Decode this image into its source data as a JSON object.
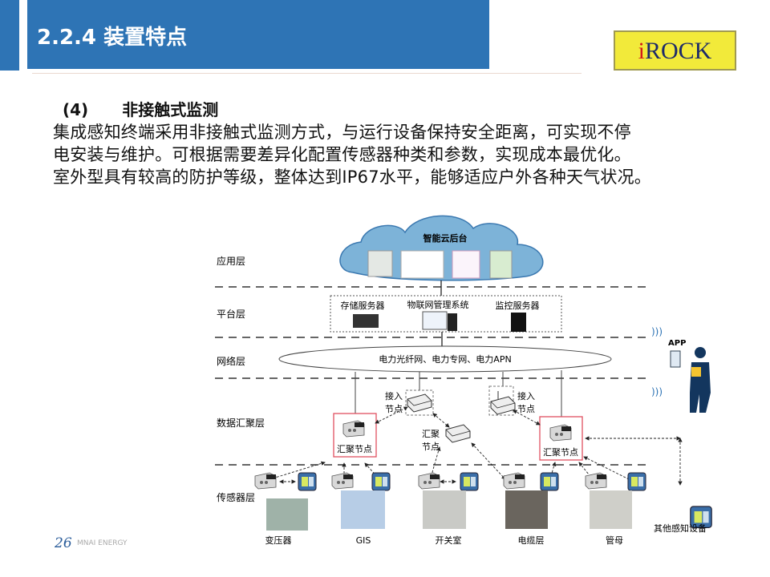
{
  "header": {
    "title": "2.2.4 装置特点",
    "logo_i": "i",
    "logo_rest": "ROCK"
  },
  "section": {
    "number": "(4)",
    "title": "非接触式监测",
    "lines": [
      "集成感知终端采用非接触式监测方式，与运行设备保持安全距离，可实现不停",
      "电安装与维护。可根据需要差异化配置传感器种类和参数，实现成本最优化。",
      "室外型具有较高的防护等级，整体达到IP67水平，能够适应户外各种天气状况。"
    ]
  },
  "diagram": {
    "layers": [
      "应用层",
      "平台层",
      "网络层",
      "数据汇聚层",
      "传感器层"
    ],
    "cloud_title": "智能云后台",
    "platform": [
      "存储服务器",
      "物联网管理系统",
      "监控服务器"
    ],
    "network": "电力光纤网、电力专网、电力APN",
    "access_node": [
      "接入",
      "节点"
    ],
    "agg_node_label": "汇聚节点",
    "agg_mid": [
      "汇聚",
      "节点"
    ],
    "app": "APP",
    "sites": [
      "变压器",
      "GIS",
      "开关室",
      "电缆层",
      "管母"
    ],
    "other": "其他感知设备"
  },
  "footer": {
    "page": "26",
    "brand": "MNAI ENERGY"
  },
  "colors": {
    "accent": "#2e74b5",
    "node_border": "#e05060",
    "logo_bg": "#f2ea3a"
  }
}
